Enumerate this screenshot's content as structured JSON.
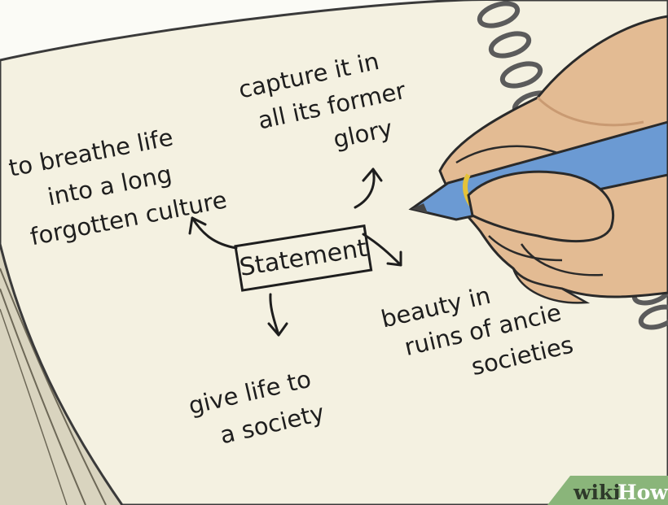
{
  "mindmap": {
    "center": "Statement",
    "top_left": [
      "to breathe life",
      "into a long",
      "forgotten culture"
    ],
    "top_right": [
      "capture it in",
      "all its former",
      "glory"
    ],
    "bottom_left": [
      "give life to",
      "a society"
    ],
    "bottom_right": [
      "beauty in",
      "ruins of ancie",
      "societies"
    ]
  },
  "watermark": {
    "part1": "wiki",
    "part2": "How"
  },
  "colors": {
    "paper": "#f4f1e1",
    "ink": "#1e1e1e",
    "skin": "#e3bb93",
    "pen": "#6b9ad3",
    "pen_band": "#e4c23a",
    "watermark_bg": "#8ab57a"
  }
}
